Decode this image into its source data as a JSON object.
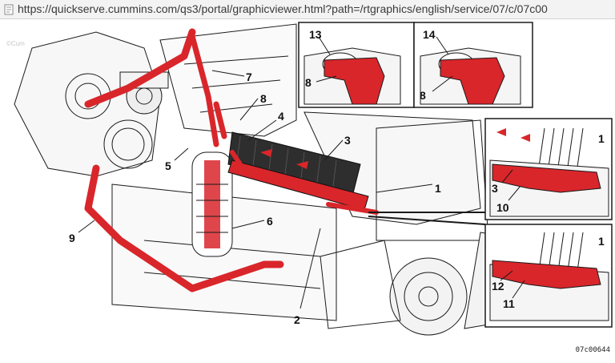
{
  "browser": {
    "url": "https://quickserve.cummins.com/qs3/portal/graphicviewer.html?path=/rtgraphics/english/service/07/c/07c00"
  },
  "viewer": {
    "watermark": "©Cum",
    "figure_code": "07c00644",
    "colors": {
      "flow": "#d9262b",
      "line": "#1a1a1a",
      "background": "#ffffff"
    },
    "callouts": {
      "c1": "1",
      "c2": "2",
      "c3": "3",
      "c4": "4",
      "c5": "5",
      "c6": "6",
      "c7": "7",
      "c8": "8",
      "c9": "9",
      "inset_a_13": "13",
      "inset_a_8": "8",
      "inset_b_14": "14",
      "inset_b_8": "8",
      "inset_c_1": "1",
      "inset_c_3": "3",
      "inset_c_10": "10",
      "inset_d_1": "1",
      "inset_d_12": "12",
      "inset_d_11": "11"
    }
  }
}
